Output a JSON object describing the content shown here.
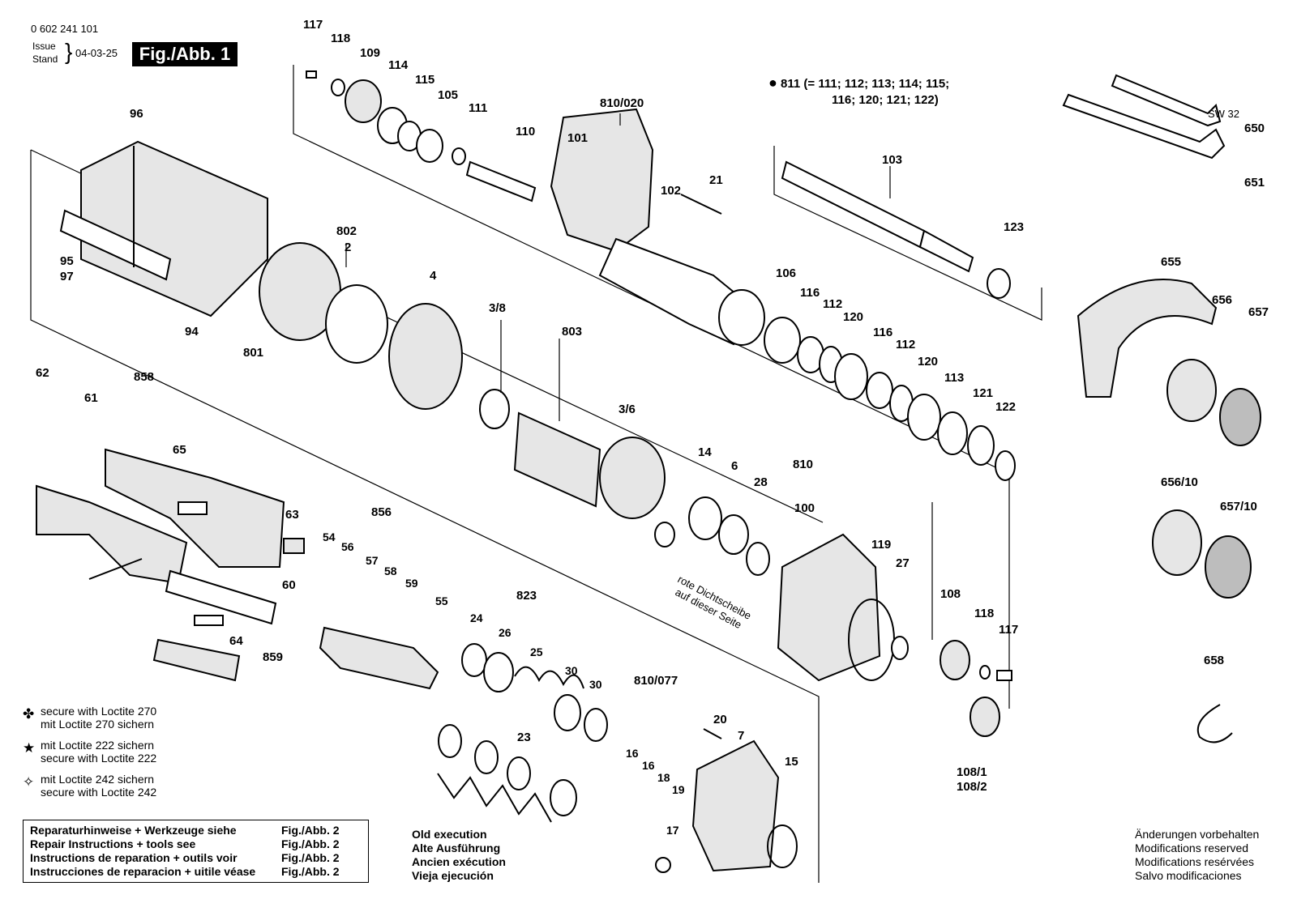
{
  "header": {
    "part_number": "0 602 241 101",
    "issue_label": "Issue",
    "stand_label": "Stand",
    "date": "04-03-25",
    "figure": "Fig./Abb. 1"
  },
  "kit_note": {
    "line1": "811 (= 111; 112; 113; 114; 115;",
    "line2": "116; 120; 121; 122)"
  },
  "legend": [
    {
      "symbol": "✤",
      "line1": "secure with Loctite 270",
      "line2": "mit Loctite 270 sichern"
    },
    {
      "symbol": "★",
      "line1": "mit Loctite 222 sichern",
      "line2": "secure with Loctite 222"
    },
    {
      "symbol": "✧",
      "line1": "mit Loctite 242 sichern",
      "line2": "secure with Loctite 242"
    }
  ],
  "repair_box": [
    {
      "text": "Reparaturhinweise + Werkzeuge siehe",
      "fig": "Fig./Abb. 2"
    },
    {
      "text": "Repair Instructions + tools see",
      "fig": "Fig./Abb. 2"
    },
    {
      "text": "Instructions de reparation + outils voir",
      "fig": "Fig./Abb. 2"
    },
    {
      "text": "Instrucciones de reparacion + uitile véase",
      "fig": "Fig./Abb. 2"
    }
  ],
  "old_execution": [
    "Old execution",
    "Alte Ausführung",
    "Ancien exécution",
    "Vieja ejecución"
  ],
  "modifications": [
    "Änderungen vorbehalten",
    "Modifications reserved",
    "Modifications resérvées",
    "Salvo modificaciones"
  ],
  "annotation": {
    "line1": "rote Dichtscheibe",
    "line2": "auf dieser Seite"
  },
  "wrench_size": "SW 32",
  "part_labels": [
    "117",
    "118",
    "109",
    "114",
    "115",
    "105",
    "111",
    "110",
    "810/020",
    "101",
    "102",
    "21",
    "103",
    "123",
    "650",
    "651",
    "96",
    "95",
    "97",
    "94",
    "801",
    "802",
    "2",
    "4",
    "3/8",
    "803",
    "3/6",
    "106",
    "116",
    "112",
    "120",
    "116",
    "112",
    "120",
    "113",
    "121",
    "122",
    "655",
    "656",
    "657",
    "656/10",
    "657/10",
    "658",
    "62",
    "61",
    "858",
    "65",
    "63",
    "60",
    "64",
    "859",
    "856",
    "54",
    "56",
    "57",
    "58",
    "59",
    "55",
    "14",
    "6",
    "28",
    "810",
    "100",
    "119",
    "27",
    "108",
    "118",
    "117",
    "108/1",
    "108/2",
    "823",
    "24",
    "26",
    "25",
    "30",
    "30",
    "810/077",
    "20",
    "7",
    "15",
    "23",
    "16",
    "16",
    "18",
    "19",
    "17"
  ]
}
